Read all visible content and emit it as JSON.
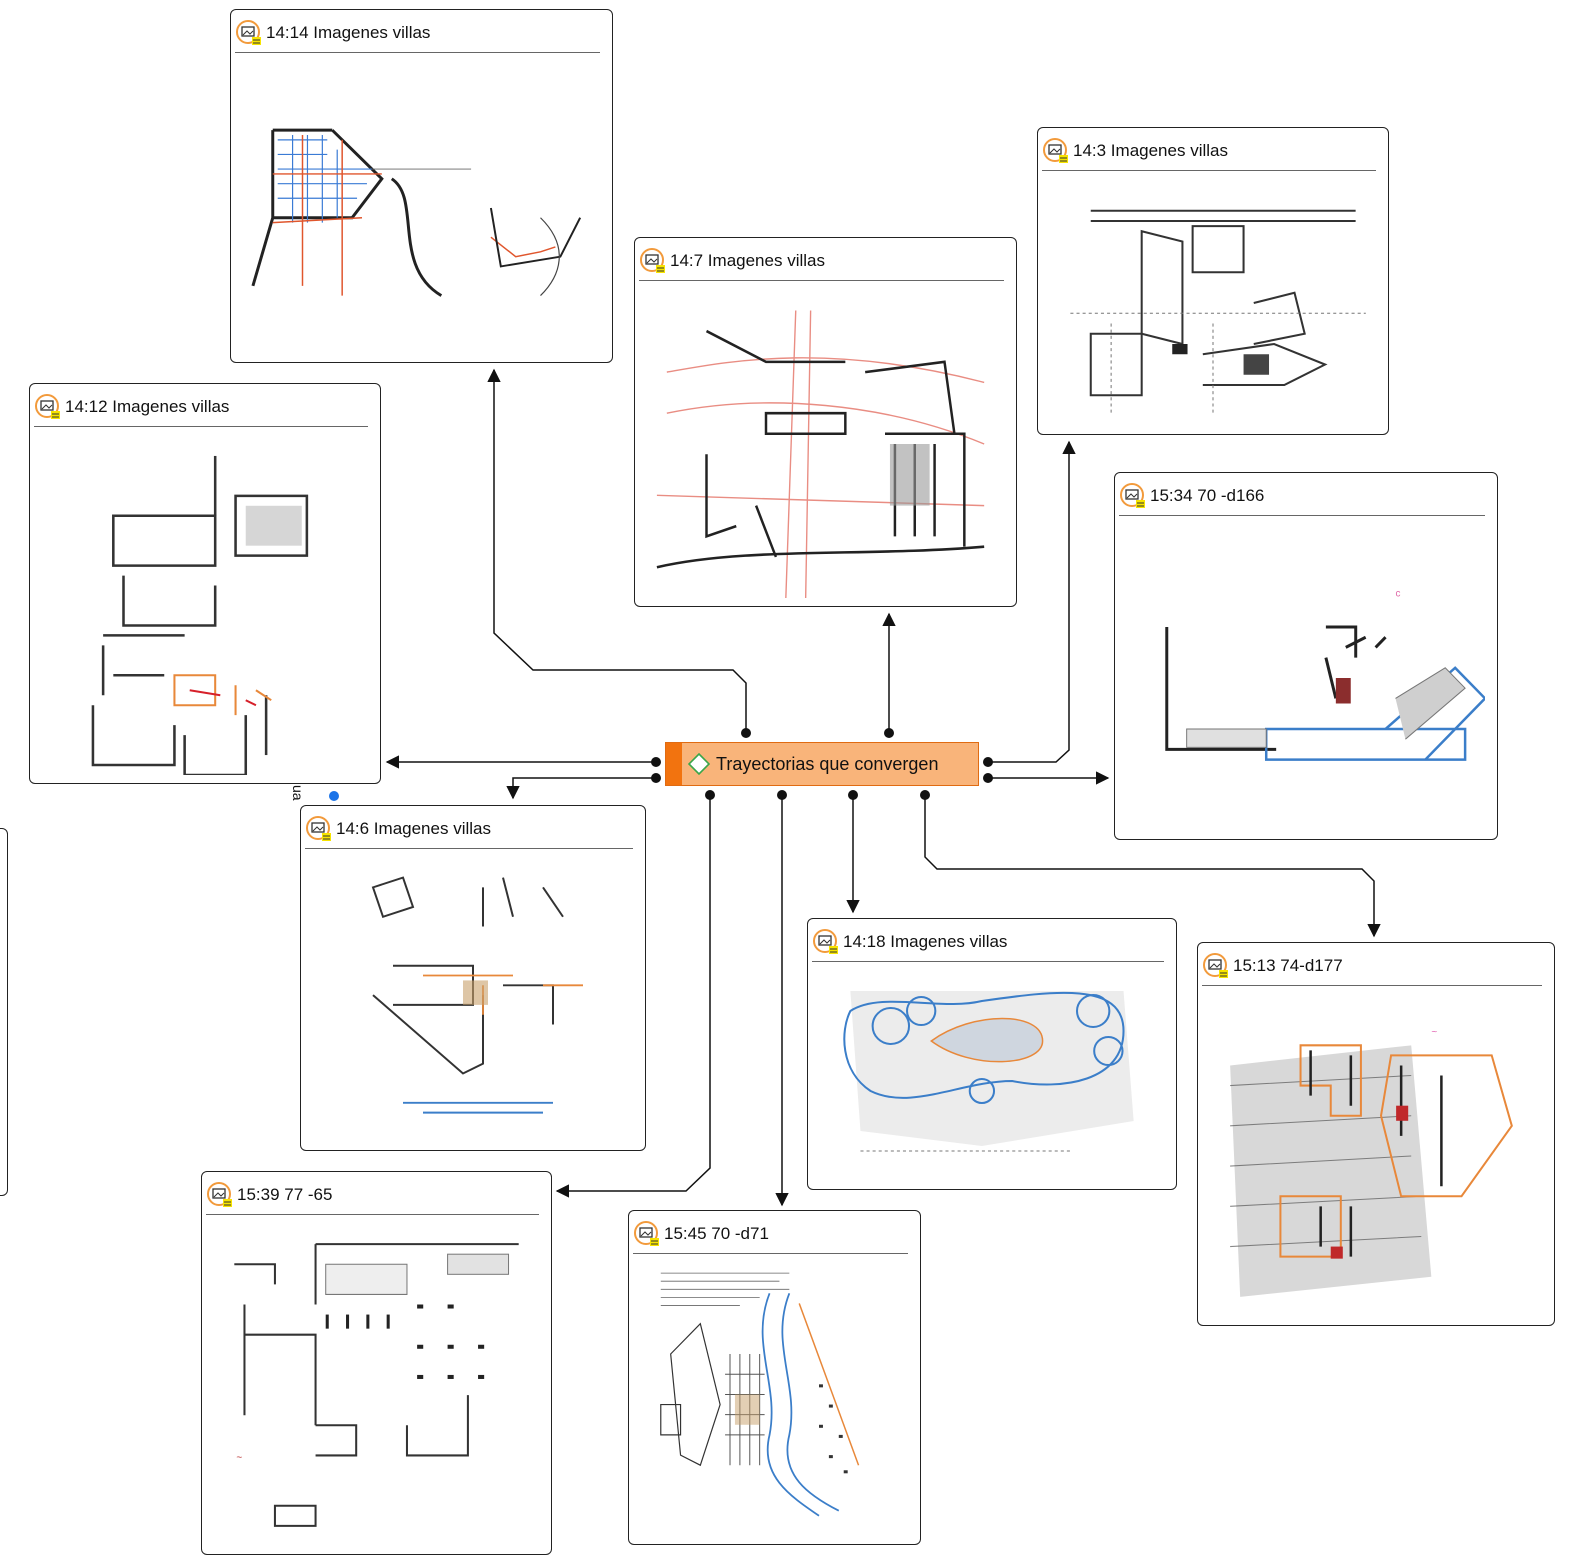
{
  "central_node": {
    "label": "Trayectorias que convergen",
    "icon": "code-diamond-icon",
    "fill_color": "#f9b47a",
    "accent_color": "#f2730f"
  },
  "relation_label": "ua",
  "quotations": [
    {
      "id": "q-14-14",
      "title": "14:14 Imagenes villas",
      "icon": "image-quotation-icon",
      "drawing": "site-plan-red-blue"
    },
    {
      "id": "q-14-7",
      "title": "14:7 Imagenes villas",
      "icon": "image-quotation-icon",
      "drawing": "street-plan-pink"
    },
    {
      "id": "q-14-3",
      "title": "14:3 Imagenes villas",
      "icon": "image-quotation-icon",
      "drawing": "villa-plan-grey"
    },
    {
      "id": "q-14-12",
      "title": "14:12 Imagenes villas",
      "icon": "image-quotation-icon",
      "drawing": "plan-orange-red"
    },
    {
      "id": "q-15-34",
      "title": "15:34 70 -d166",
      "icon": "image-quotation-icon",
      "drawing": "plan-blue-wing"
    },
    {
      "id": "q-14-6",
      "title": "14:6 Imagenes villas",
      "icon": "image-quotation-icon",
      "drawing": "plan-triangle"
    },
    {
      "id": "q-14-18",
      "title": "14:18 Imagenes villas",
      "icon": "image-quotation-icon",
      "drawing": "garden-blue-circles"
    },
    {
      "id": "q-15-13",
      "title": "15:13 74-d177",
      "icon": "image-quotation-icon",
      "drawing": "plan-orange-hatched"
    },
    {
      "id": "q-15-39",
      "title": "15:39 77 -65",
      "icon": "image-quotation-icon",
      "drawing": "plan-grid-black"
    },
    {
      "id": "q-15-45",
      "title": "15:45 70 -d71",
      "icon": "image-quotation-icon",
      "drawing": "plan-river-blue"
    }
  ],
  "colors": {
    "border": "#222222",
    "icon_ring": "#f29a3b",
    "icon_tag": "#f7e400",
    "link": "#111111",
    "relation_dot": "#1a73e8"
  }
}
